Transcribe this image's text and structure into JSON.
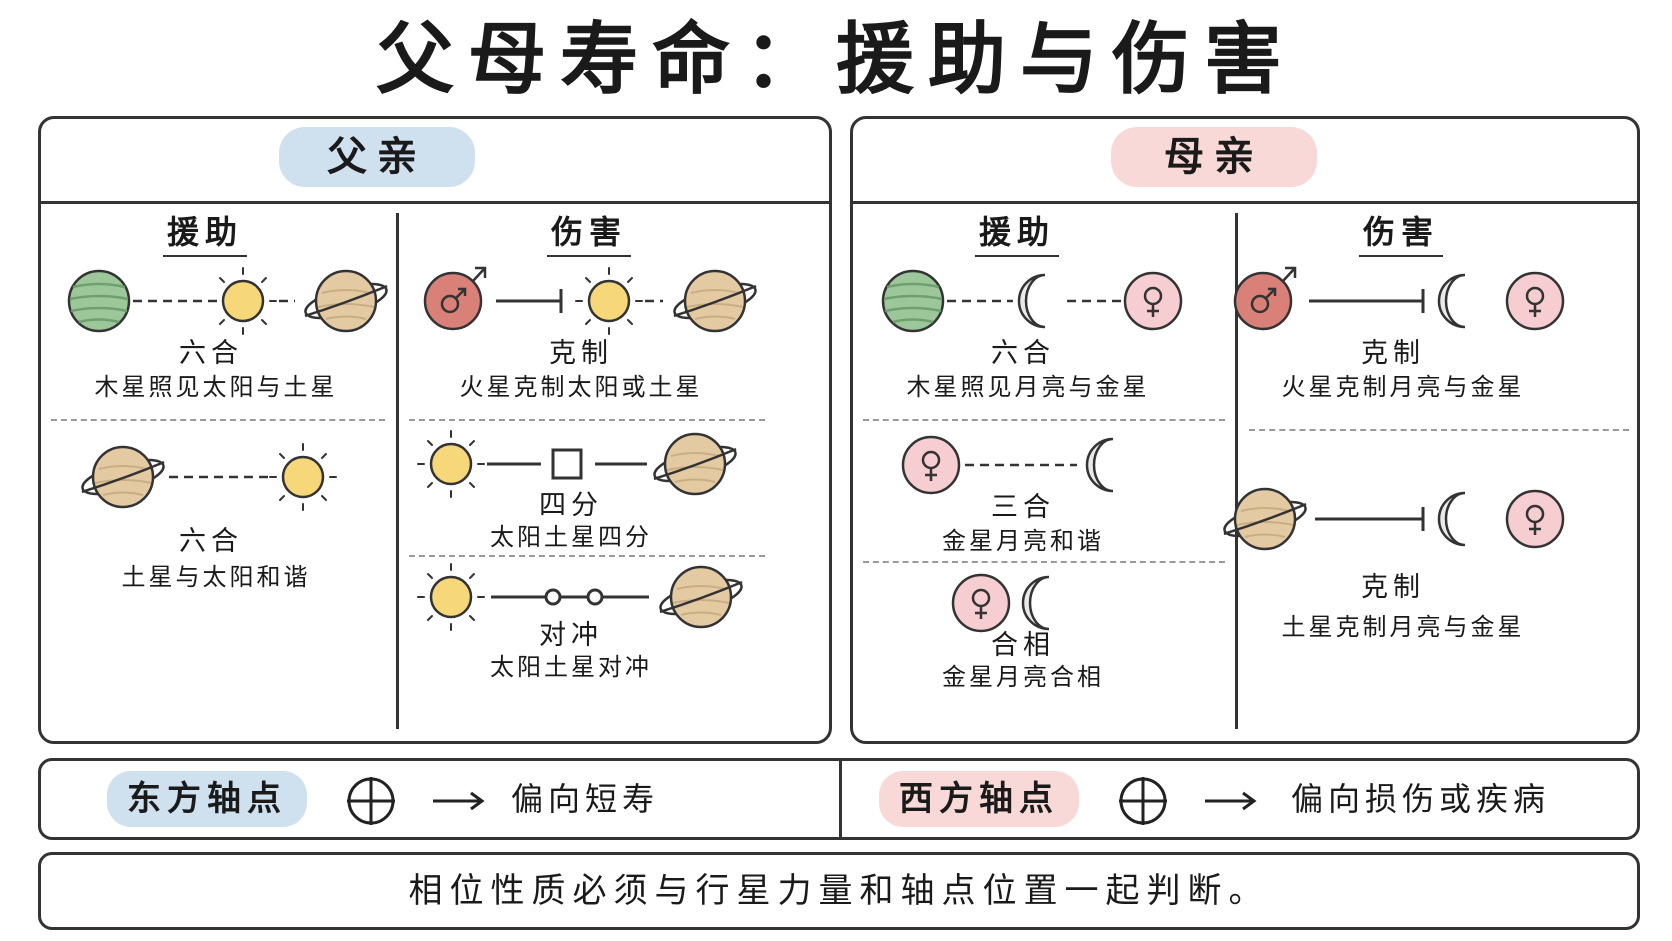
{
  "title": "父母寿命：援助与伤害",
  "father": {
    "label": "父亲",
    "help_heading": "援助",
    "harm_heading": "伤害",
    "help": [
      {
        "name": "六合",
        "desc": "木星照见太阳与土星"
      },
      {
        "name": "六合",
        "desc": "土星与太阳和谐"
      }
    ],
    "harm": [
      {
        "name": "克制",
        "desc": "火星克制太阳或土星"
      },
      {
        "name": "四分",
        "desc": "太阳土星四分"
      },
      {
        "name": "对冲",
        "desc": "太阳土星对冲"
      }
    ]
  },
  "mother": {
    "label": "母亲",
    "help_heading": "援助",
    "harm_heading": "伤害",
    "help": [
      {
        "name": "六合",
        "desc": "木星照见月亮与金星"
      },
      {
        "name": "三合",
        "desc": "金星月亮和谐"
      },
      {
        "name": "合相",
        "desc": "金星月亮合相"
      }
    ],
    "harm": [
      {
        "name": "克制",
        "desc": "火星克制月亮与金星"
      },
      {
        "name": "克制",
        "desc": "土星克制月亮与金星"
      }
    ]
  },
  "axis": {
    "east_label": "东方轴点",
    "east_text": "偏向短寿",
    "west_label": "西方轴点",
    "west_text": "偏向损伤或疾病"
  },
  "footer": "相位性质必须与行星力量和轴点位置一起判断。",
  "colors": {
    "jupiter": "#9cc79a",
    "sun": "#f6d77a",
    "saturn": "#e3caa2",
    "mars": "#d98078",
    "venus": "#f6cdd0",
    "moon": "#e9e9e9",
    "father_accent": "#cfe0ef",
    "mother_accent": "#f9d9d8"
  },
  "icons": [
    "jupiter-icon",
    "sun-icon",
    "saturn-icon",
    "mars-icon",
    "venus-icon",
    "moon-icon",
    "square-aspect-icon",
    "opposition-aspect-icon",
    "ascendant-cross-icon",
    "arrow-right-icon"
  ]
}
